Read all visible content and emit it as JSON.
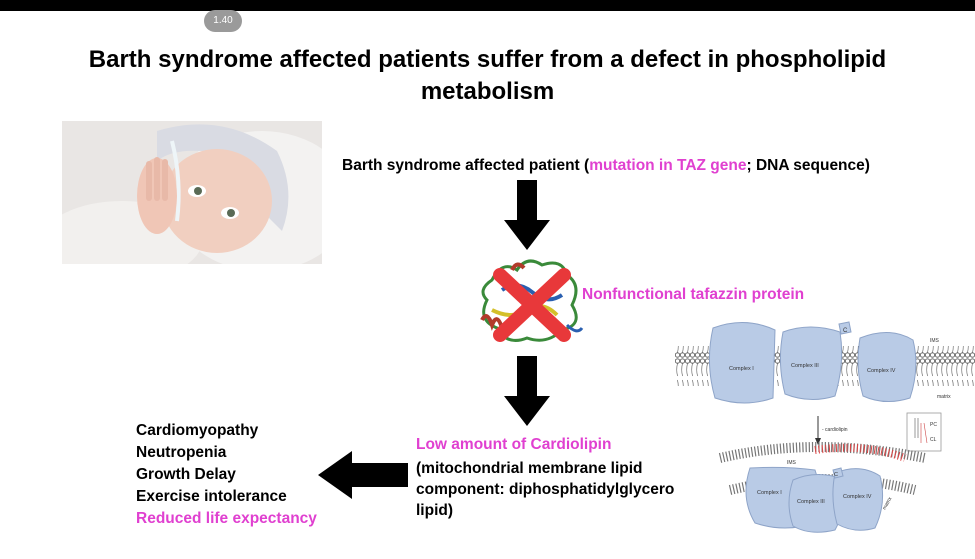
{
  "slide_number": "1.40",
  "title": "Barth syndrome affected patients suffer from a defect in phospholipid metabolism",
  "patient_line": {
    "prefix": "Barth syndrome affected patient (",
    "highlight": "mutation in TAZ gene",
    "suffix": "; DNA sequence)"
  },
  "protein_label": "Nonfunctional tafazzin protein",
  "cardiolipin": {
    "heading": "Low amount of Cardiolipin",
    "lines": [
      "(mitochondrial membrane lipid",
      "component: diphosphatidylglycero",
      "lipid)"
    ]
  },
  "symptoms": [
    "Cardiomyopathy",
    "Neutropenia",
    "Growth Delay",
    "Exercise intolerance"
  ],
  "symptom_highlight": "Reduced life expectancy",
  "mito_diagram": {
    "top_complexes": [
      "Complex I",
      "Complex III",
      "Complex IV"
    ],
    "bottom_complexes": [
      "Complex I",
      "Complex III",
      "Complex IV"
    ],
    "labels": {
      "ims_top": "IMS",
      "matrix": "matrix",
      "c": "C",
      "arrow_text": "- cardiolipin",
      "ims_bottom": "IMS",
      "matrix_bottom": "matrix",
      "pc": "PC",
      "cl": "CL"
    }
  },
  "colors": {
    "highlight": "#e040d0",
    "complex_fill": "#b9cbe6",
    "arrow": "#000000"
  }
}
